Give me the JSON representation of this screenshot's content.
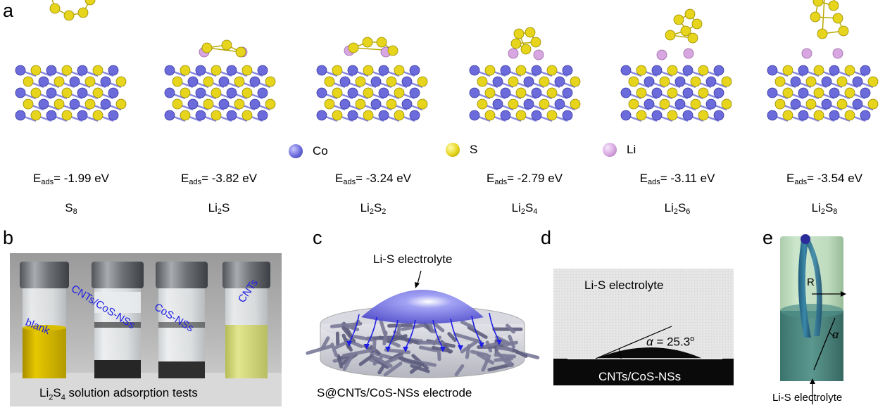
{
  "panel_labels": {
    "a": "a",
    "b": "b",
    "c": "c",
    "d": "d",
    "e": "e"
  },
  "panel_a": {
    "eads_prefix": "E",
    "eads_sub": "ads",
    "models": [
      {
        "eads_value": "= -1.99 eV",
        "species_main": "S",
        "species_sub": "8",
        "species_tail": "",
        "species_sub2": ""
      },
      {
        "eads_value": "= -3.82 eV",
        "species_main": "Li",
        "species_sub": "2",
        "species_tail": "S",
        "species_sub2": ""
      },
      {
        "eads_value": "= -3.24 eV",
        "species_main": "Li",
        "species_sub": "2",
        "species_tail": "S",
        "species_sub2": "2"
      },
      {
        "eads_value": "= -2.79 eV",
        "species_main": "Li",
        "species_sub": "2",
        "species_tail": "S",
        "species_sub2": "4"
      },
      {
        "eads_value": "= -3.11 eV",
        "species_main": "Li",
        "species_sub": "2",
        "species_tail": "S",
        "species_sub2": "6"
      },
      {
        "eads_value": "= -3.54 eV",
        "species_main": "Li",
        "species_sub": "2",
        "species_tail": "S",
        "species_sub2": "8"
      }
    ],
    "legend": [
      {
        "label": "Co",
        "color": "#6b6bdc"
      },
      {
        "label": "S",
        "color": "#e6d51c"
      },
      {
        "label": "Li",
        "color": "#d8a6e0"
      }
    ]
  },
  "panel_b": {
    "vial_labels": [
      "blank",
      "CNTs/CoS-NSs",
      "CoS-NSs",
      "CNTs"
    ],
    "caption_pre": "Li",
    "caption_sub1": "2",
    "caption_mid": "S",
    "caption_sub2": "4",
    "caption_post": " solution adsorption tests",
    "label_color": "#1e1ee6"
  },
  "panel_c": {
    "top_label": "Li-S electrolyte",
    "bottom_label": "S@CNTs/CoS-NSs electrode"
  },
  "panel_d": {
    "top_label": "Li-S electrolyte",
    "angle_symbol": "α",
    "angle_value": " = 25.3",
    "angle_unit": "o",
    "substrate_label": "CNTs/CoS-NSs"
  },
  "panel_e": {
    "radius_label": "R",
    "angle_label": "α",
    "bottom_label": "Li-S electrolyte"
  }
}
